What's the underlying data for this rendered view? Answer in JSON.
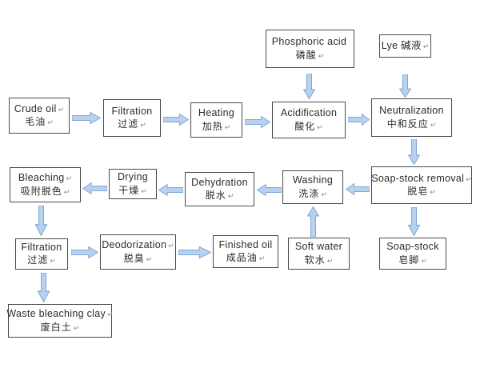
{
  "boxes": {
    "phosphoric_acid": {
      "en": "Phosphoric acid",
      "zh": "磷酸",
      "zh_mark": "↵"
    },
    "lye": {
      "en": "Lye 碱液",
      "en_mark": "↵"
    },
    "crude_oil": {
      "en": "Crude oil",
      "en_mark": "↵",
      "zh": "毛油",
      "zh_mark": "↵"
    },
    "filtration_1": {
      "en": "Filtration",
      "zh": "过滤",
      "zh_mark": "↵"
    },
    "heating": {
      "en": "Heating",
      "zh": "加热",
      "zh_mark": "↵"
    },
    "acidification": {
      "en": "Acidification",
      "zh": "酸化",
      "zh_mark": "↵"
    },
    "neutralization": {
      "en": "Neutralization",
      "zh": "中和反应",
      "zh_mark": "↵"
    },
    "soap_stock_removal": {
      "en": "Soap-stock removal",
      "en_mark": "↵",
      "zh": "脱皂",
      "zh_mark": "↵"
    },
    "washing": {
      "en": "Washing",
      "zh": "洗涤",
      "zh_mark": "↵"
    },
    "dehydration": {
      "en": "Dehydration",
      "zh": "脱水",
      "zh_mark": "↵"
    },
    "drying": {
      "en": "Drying",
      "zh": "干燥",
      "zh_mark": "↵"
    },
    "bleaching": {
      "en": "Bleaching",
      "en_mark": "↵",
      "zh": "吸附脱色",
      "zh_mark": "↵"
    },
    "filtration_2": {
      "en": "Filtration",
      "zh": "过滤",
      "zh_mark": "↵"
    },
    "deodorization": {
      "en": "Deodorization",
      "en_mark": "↵",
      "zh": "脱臭",
      "zh_mark": "↵"
    },
    "finished_oil": {
      "en": "Finished oil",
      "zh": "成品油",
      "zh_mark": "↵"
    },
    "soft_water": {
      "en": "Soft water",
      "zh": "软水",
      "zh_mark": "↵"
    },
    "soap_stock": {
      "en": "Soap-stock",
      "zh": "皂脚",
      "zh_mark": "↵"
    },
    "waste_bleaching_clay": {
      "en": "Waste bleaching clay",
      "en_mark": "↵",
      "zh": "废白土",
      "zh_mark": "↵"
    }
  },
  "edges": [
    {
      "from": "crude_oil",
      "to": "filtration_1"
    },
    {
      "from": "filtration_1",
      "to": "heating"
    },
    {
      "from": "heating",
      "to": "acidification"
    },
    {
      "from": "phosphoric_acid",
      "to": "acidification"
    },
    {
      "from": "acidification",
      "to": "neutralization"
    },
    {
      "from": "lye",
      "to": "neutralization"
    },
    {
      "from": "neutralization",
      "to": "soap_stock_removal"
    },
    {
      "from": "soap_stock_removal",
      "to": "washing"
    },
    {
      "from": "soft_water",
      "to": "washing"
    },
    {
      "from": "washing",
      "to": "dehydration"
    },
    {
      "from": "dehydration",
      "to": "drying"
    },
    {
      "from": "drying",
      "to": "bleaching"
    },
    {
      "from": "bleaching",
      "to": "filtration_2"
    },
    {
      "from": "filtration_2",
      "to": "deodorization"
    },
    {
      "from": "deodorization",
      "to": "finished_oil"
    },
    {
      "from": "soap_stock_removal",
      "to": "soap_stock"
    },
    {
      "from": "filtration_2",
      "to": "waste_bleaching_clay"
    }
  ],
  "colors": {
    "arrow_fill": "#b8d1ee",
    "arrow_stroke": "#7ea6d8",
    "box_border": "#4a4a4a",
    "text": "#2b2b2b",
    "background": "#ffffff"
  }
}
